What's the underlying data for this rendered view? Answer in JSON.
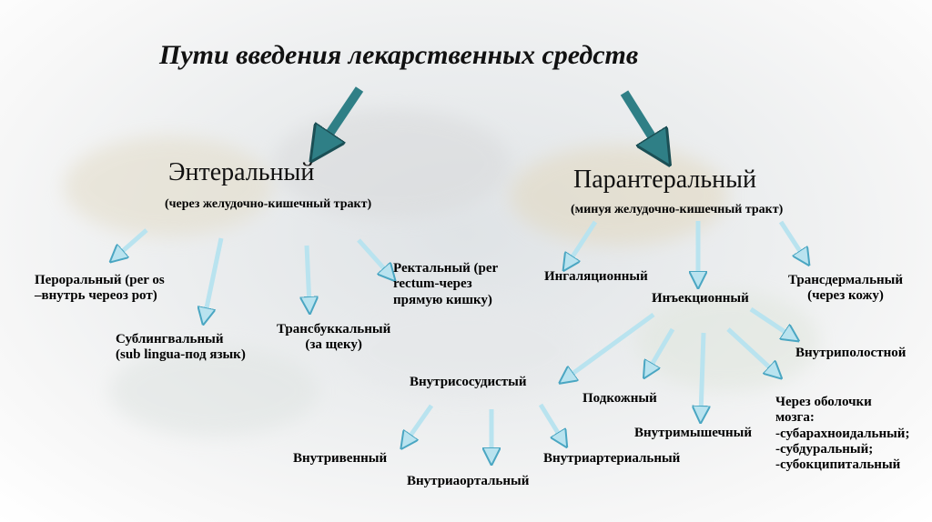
{
  "title": "Пути введения лекарственных средств",
  "enteral": {
    "heading": "Энтеральный",
    "note": "(через желудочно-кишечный тракт)",
    "routes": {
      "oral_1": "Пероральный (per os",
      "oral_2": "–внутрь череоз рот)",
      "sublingual_1": "Сублингвальный",
      "sublingual_2": "(sub lingua-под язык)",
      "transbuccal_1": "Трансбуккальный",
      "transbuccal_2": "(за щеку)",
      "rectal_1": "Ректальный (per",
      "rectal_2": "rectum-через",
      "rectal_3": "прямую кишку)"
    }
  },
  "parenteral": {
    "heading": "Парантеральный",
    "note": "(минуя желудочно-кишечный тракт)",
    "routes": {
      "inhalation": "Ингаляционный",
      "injection": "Инъекционный",
      "transdermal_1": "Трансдермальный",
      "transdermal_2": "(через кожу)"
    },
    "injection_types": {
      "intravascular": "Внутрисосудистый",
      "subcutaneous": "Подкожный",
      "intramuscular": "Внутримышечный",
      "intracavitary": "Внутриполостной",
      "meninges_1": "Через оболочки",
      "meninges_2": "мозга:",
      "meninges_3": "-субарахноидальный;",
      "meninges_4": "-субдуральный;",
      "meninges_5": "-субокципитальный"
    },
    "intravascular_types": {
      "intravenous": "Внутривенный",
      "intraaortic": "Внутриаортальный",
      "intraarterial": "Внутриартериальный"
    }
  },
  "colors": {
    "main_arrow": "#2f7f86",
    "main_arrow_stroke": "#1b4f55",
    "small_arrow": "#b9e3ef",
    "small_arrow_stroke": "#4aa6c2"
  }
}
